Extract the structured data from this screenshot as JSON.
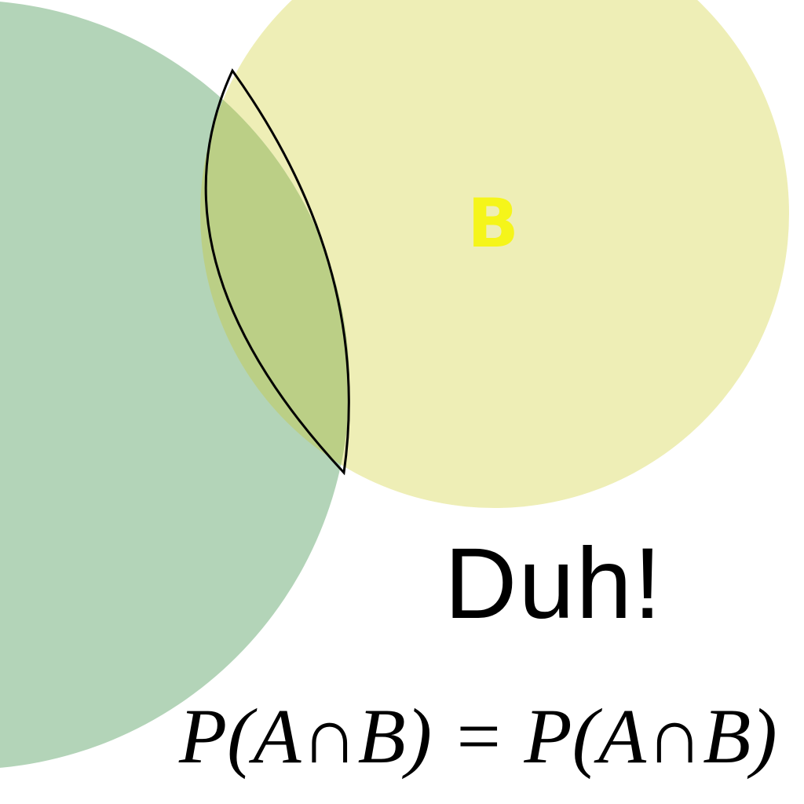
{
  "diagram": {
    "label_b": "B",
    "remark": "Duh!",
    "formula": "P(A∩B) = P(A∩B)"
  },
  "colors": {
    "circle_a": "#b3d4b8",
    "circle_b": "#eeeeb6",
    "intersection": "#bbcf86",
    "intersection_outline": "#000000",
    "label_b": "#f5f51a",
    "text": "#000000"
  }
}
